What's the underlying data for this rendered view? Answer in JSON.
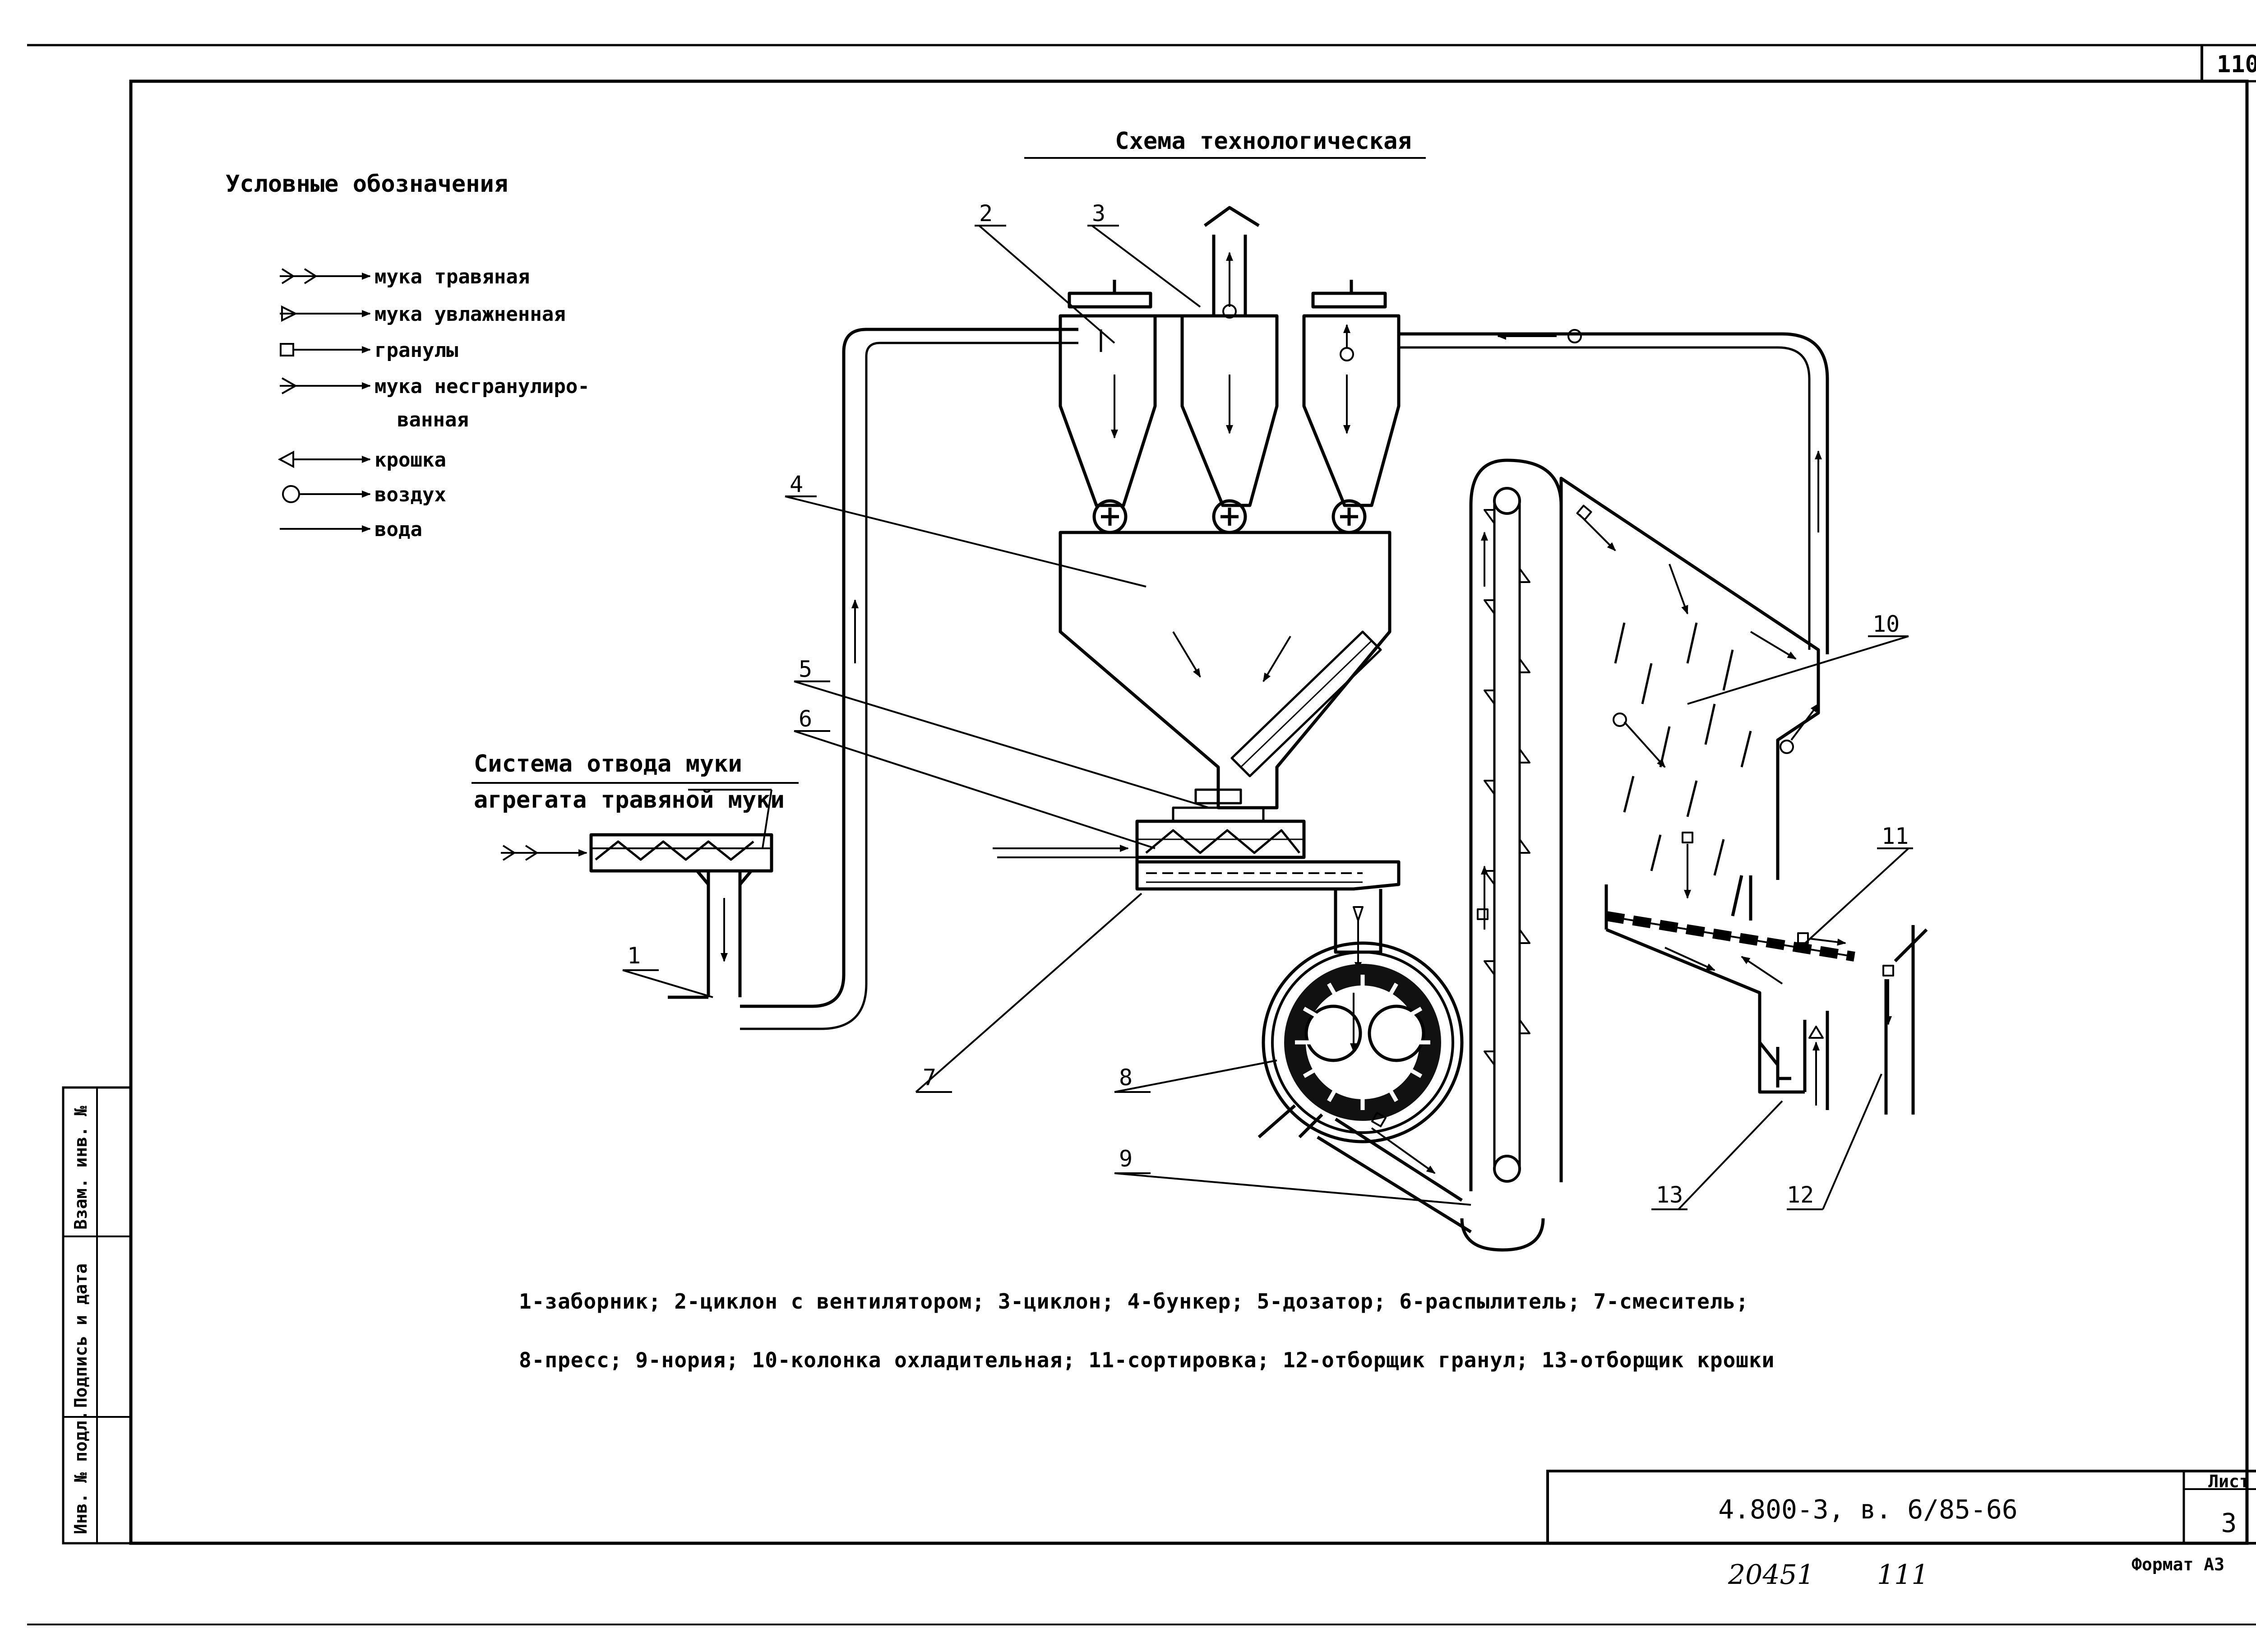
{
  "sheet": {
    "page_number": "110",
    "title": "Схема технологическая",
    "legend_title": "Условные обозначения",
    "legend": [
      {
        "icon": "double-chevron-arrow-icon",
        "label": "мука травяная"
      },
      {
        "icon": "open-triangle-arrow-icon",
        "label": "мука увлажненная"
      },
      {
        "icon": "square-arrow-icon",
        "label": "гранулы"
      },
      {
        "icon": "chevron-arrow-icon",
        "label": "мука несгранулиро-"
      },
      {
        "icon": "",
        "label": "ванная"
      },
      {
        "icon": "back-triangle-arrow-icon",
        "label": "крошка"
      },
      {
        "icon": "circle-arrow-icon",
        "label": "воздух"
      },
      {
        "icon": "plain-arrow-icon",
        "label": "вода"
      }
    ],
    "system_label": [
      "Система отвода муки",
      "агрегата травяной муки"
    ],
    "numbers": [
      "1",
      "2",
      "3",
      "4",
      "5",
      "6",
      "7",
      "8",
      "9",
      "10",
      "11",
      "12",
      "13"
    ],
    "caption": [
      "1-заборник; 2-циклон с вентилятором; 3-циклон; 4-бункер; 5-дозатор; 6-распылитель; 7-смеситель;",
      "8-пресс; 9-нория; 10-колонка охладительная; 11-сортировка; 12-отборщик гранул; 13-отборщик крошки"
    ],
    "side_stamp": [
      "Инв. № подл.",
      "Подпись и дата",
      "Взам. инв. №"
    ],
    "doc_code": "4.800-3, в. 6/85-66",
    "sheet_label": "Лист",
    "sheet_number": "3",
    "handwritten": [
      "20451",
      "111"
    ],
    "format": "Формат А3"
  }
}
